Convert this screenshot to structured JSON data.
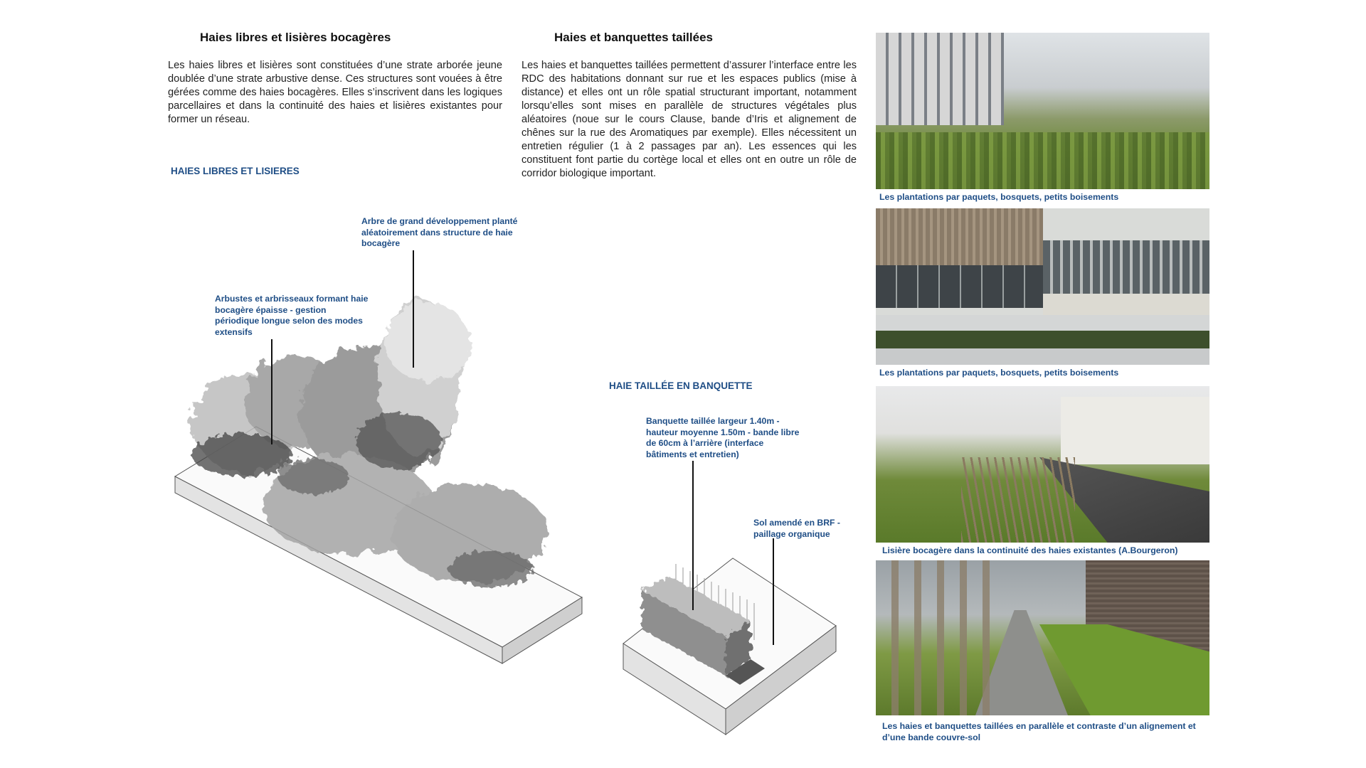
{
  "left": {
    "heading": "Haies libres et lisières bocagères",
    "paragraph": "Les haies libres et lisières sont constituées d’une strate arborée jeune doublée d’une strate arbustive dense. Ces structures sont vouées à être gérées comme des haies bocagères. Elles s’inscrivent dans les logiques parcellaires et dans la continuité des haies et lisières existantes pour former un réseau.",
    "section_label": "HAIES LIBRES ET LISIERES",
    "note_tree": "Arbre de grand développement planté aléatoirement dans structure de haie bocagère",
    "note_shrubs": "Arbustes et arbrisseaux formant haie bocagère épaisse - gestion périodique longue selon des modes extensifs"
  },
  "middle": {
    "heading": "Haies et banquettes taillées",
    "paragraph": "Les haies et banquettes taillées permettent d’assurer l’interface entre les RDC des habitations donnant sur rue et les espaces publics (mise à distance) et elles ont un rôle spatial structurant important, notamment lorsqu’elles sont mises en parallèle de structures végétales plus aléatoires (noue sur le cours Clause, bande d’Iris et alignement de chênes sur la rue des Aromatiques par exemple). Elles nécessitent un entretien régulier (1 à 2 passages par an). Les essences qui les constituent font partie du cortège local et elles ont en outre un rôle de corridor biologique important.",
    "section_label": "HAIE TAILLÉE EN BANQUETTE",
    "note_banquette": "Banquette taillée largeur 1.40m - hauteur moyenne 1.50m - bande libre de 60cm à l’arrière (interface bâtiments et entretien)",
    "note_soil": "Sol amendé en BRF - paillage organique"
  },
  "photos": [
    {
      "caption": "Les plantations par paquets, bosquets, petits boisements"
    },
    {
      "caption": "Les plantations par paquets, bosquets, petits boisements"
    },
    {
      "caption": "Lisière bocagère dans la continuité des haies existantes (A.Bourgeron)"
    },
    {
      "caption": "Les haies et banquettes taillées en parallèle et contraste d’un alignement et d’une bande couvre-sol"
    }
  ],
  "colors": {
    "accent": "#1f4e86",
    "text": "#222222"
  }
}
